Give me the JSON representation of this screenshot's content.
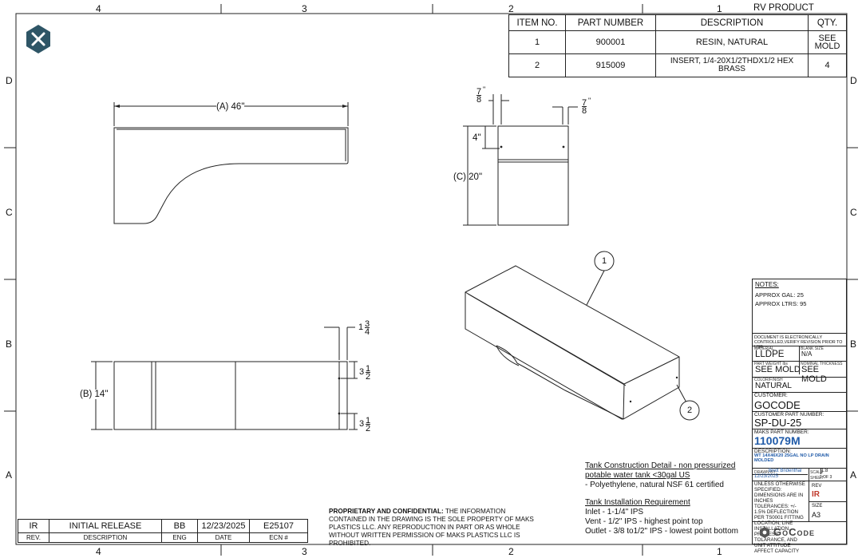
{
  "zones": {
    "top": [
      "4",
      "3",
      "2",
      "1"
    ],
    "bottom": [
      "4",
      "3",
      "2",
      "1"
    ],
    "left": [
      "D",
      "C",
      "B",
      "A"
    ],
    "right": [
      "D",
      "C",
      "B",
      "A"
    ]
  },
  "header_title": "RV PRODUCT",
  "bom": {
    "headers": [
      "ITEM NO.",
      "PART NUMBER",
      "DESCRIPTION",
      "QTY."
    ],
    "rows": [
      {
        "item": "1",
        "part": "900001",
        "desc": "RESIN, NATURAL",
        "qty": "SEE MOLD"
      },
      {
        "item": "2",
        "part": "915009",
        "desc": "INSERT, 1/4-20X1/2THDX1/2 HEX BRASS",
        "qty": "4"
      }
    ]
  },
  "dims": {
    "a": "(A) 46\"",
    "c": "(C) 20\"",
    "b": "(B) 14\"",
    "four": "4\"",
    "seven": "7",
    "eight": "8",
    "inch": "\"",
    "one": "1",
    "three": "3",
    "four_den": "4",
    "three_i": "3",
    "one_i": "1",
    "two": "2"
  },
  "balloons": [
    "1",
    "2"
  ],
  "notes_block": {
    "title": "NOTES:",
    "gal_label": "APPROX GAL:",
    "gal_value": "25",
    "ltr_label": "APPROX LTRS:",
    "ltr_value": "95"
  },
  "title_block": {
    "doc_note": "DOCUMENT IS ELECTRONICALLY CONTROLLED,VERIFY REVISION PRIOR TO USE.",
    "material_label": "MATERIAL",
    "material": "LLDPE",
    "blank_label": "BLANK SIZE",
    "blank": "N/A",
    "weight_label": "PART WEIGHT  lbs",
    "weight": "SEE MOLD",
    "thick_label": "NOMINAL THICKNESS",
    "thick": "SEE MOLD",
    "color_label": "COLOR/FINISH",
    "color": "NATURAL",
    "customer_label": "CUSTOMER:",
    "customer": "GOCODE",
    "cpn_label": "CUSTOMER PART NUMBER:",
    "cpn": "SP-DU-25",
    "mpn_label": "MAKS PART NUMBER:",
    "mpn": "110079M",
    "desc_label": "DESCRIPTION:",
    "desc": "WT 14X46X20 25GAL NO LP DRAIN MOLDED",
    "drawn_label": "DRAWN BY:",
    "drawn": "Brett Bridenthal",
    "scale_label": "SCALE",
    "scale": "1:8",
    "date": "12/23/2025",
    "sheet_label": "SHEET",
    "sheet": "1 OF 3",
    "tol": "UNLESS OTHERWISE SPECIFIED: DIMENSIONS ARE IN INCHES TOLERANCES: +/- 1.5% DEFLECTION PER TS0001 FITTING LOCATION, LINE INSTALLATION, PROCESS TOLARANCE, AND UNIT ATTITUDE AFFECT CAPACITY",
    "rev_label": "REV",
    "rev": "IR",
    "size_label": "SIZE",
    "size": "A3",
    "logo": "GoCode"
  },
  "construction": {
    "title": "Tank Construction Detail - non pressurized potable water tank <30gal US",
    "line1": "- Polyethylene, natural NSF 61 certified",
    "install_title": "Tank Installation Requirement",
    "inlet": "Inlet -  1-1/4\" IPS",
    "vent": "Vent - 1/2\" IPS - highest point top",
    "outlet": "Outlet - 3/8 to1/2\" IPS - lowest point bottom"
  },
  "proprietary": {
    "lead": "PROPRIETARY AND CONFIDENTIAL:",
    "text": " THE INFORMATION CONTAINED IN THE DRAWING IS THE SOLE PROPERTY OF MAKS PLASTICS LLC. ANY REPRODUCTION IN PART OR AS WHOLE WITHOUT WRITTEN PERMISSION OF MAKS PLASTICS LLC IS PROHIBITED."
  },
  "revision": {
    "rev": "IR",
    "desc": "INITIAL RELEASE",
    "eng": "BB",
    "date": "12/23/2025",
    "ecn": "E25107",
    "h_rev": "REV.",
    "h_desc": "DESCRIPTION",
    "h_eng": "ENG",
    "h_date": "DATE",
    "h_ecn": "ECN #"
  },
  "colors": {
    "logo_hex": "#2e5566",
    "accent": "#1f5aa8"
  }
}
